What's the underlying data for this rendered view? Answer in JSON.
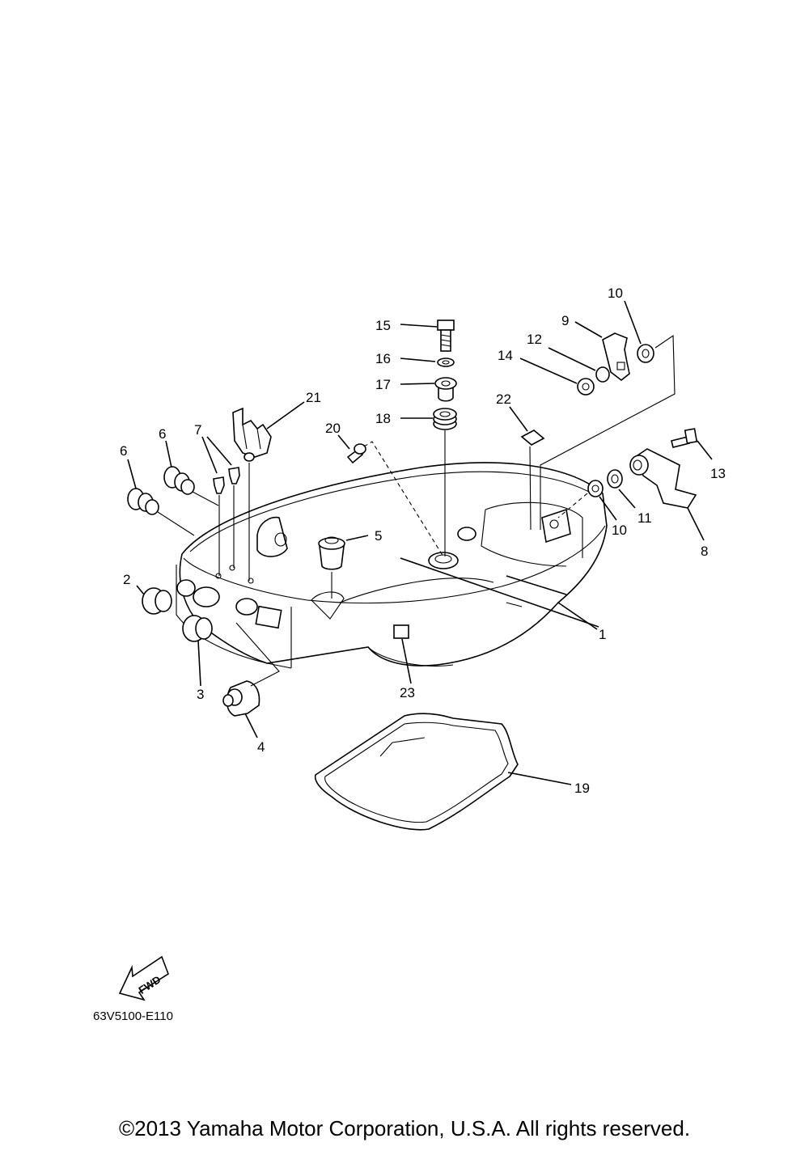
{
  "drawing_code": "63V5100-E110",
  "copyright": "©2013 Yamaha Motor Corporation, U.S.A. All rights reserved.",
  "fwd_label": "FWD",
  "callouts": {
    "c1": "1",
    "c2": "2",
    "c3": "3",
    "c4": "4",
    "c5": "5",
    "c6a": "6",
    "c6b": "6",
    "c7": "7",
    "c8": "8",
    "c9": "9",
    "c10a": "10",
    "c10b": "10",
    "c11": "11",
    "c12": "12",
    "c13": "13",
    "c14": "14",
    "c15": "15",
    "c16": "16",
    "c17": "17",
    "c18": "18",
    "c19": "19",
    "c20": "20",
    "c21": "21",
    "c22": "22",
    "c23": "23"
  }
}
